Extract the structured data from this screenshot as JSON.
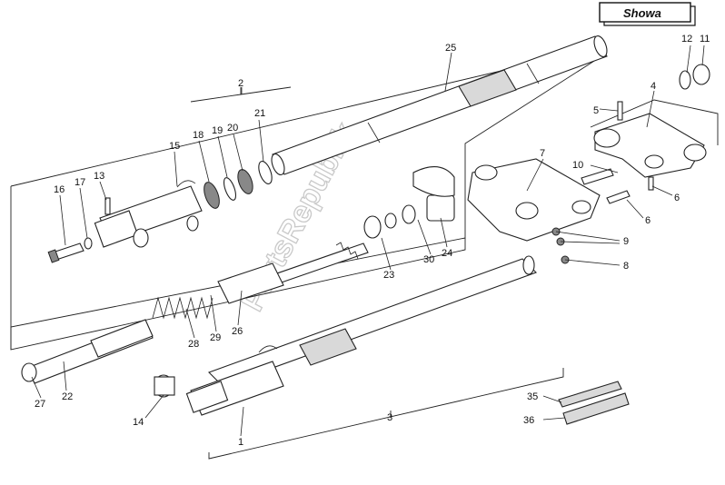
{
  "brand_label": "Showa",
  "watermark": "PartsRepublik",
  "callouts": {
    "c1": "1",
    "c2": "2",
    "c3": "3",
    "c4": "4",
    "c5": "5",
    "c6a": "6",
    "c6b": "6",
    "c7": "7",
    "c8": "8",
    "c9": "9",
    "c10": "10",
    "c11": "11",
    "c12": "12",
    "c13": "13",
    "c14": "14",
    "c15": "15",
    "c16": "16",
    "c17": "17",
    "c18": "18",
    "c19": "19",
    "c20": "20",
    "c21": "21",
    "c22": "22",
    "c23": "23",
    "c24": "24",
    "c25": "25",
    "c26": "26",
    "c27": "27",
    "c28": "28",
    "c29": "29",
    "c30": "30",
    "c35": "35",
    "c36": "36"
  }
}
